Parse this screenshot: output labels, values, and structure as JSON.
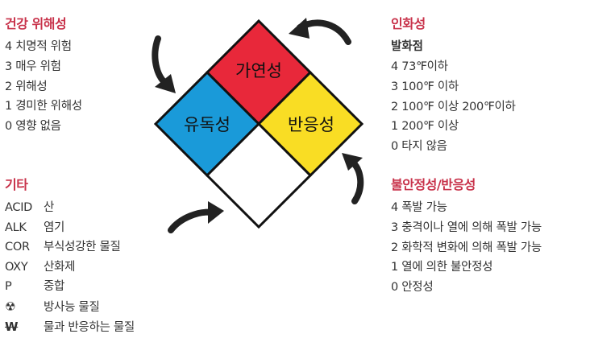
{
  "health": {
    "title": "건강 위해성",
    "items": [
      "4 치명적 위험",
      "3 매우 위험",
      "2 위해성",
      "1 경미한 위해성",
      "0 영향 없음"
    ]
  },
  "other": {
    "title": "기타",
    "items": [
      {
        "code": "ACID",
        "desc": "산"
      },
      {
        "code": "ALK",
        "desc": "염기"
      },
      {
        "code": "COR",
        "desc": "부식성강한 물질"
      },
      {
        "code": "OXY",
        "desc": "산화제"
      },
      {
        "code": "P",
        "desc": "중합"
      },
      {
        "code": "radiation-symbol",
        "desc": "방사능 물질"
      },
      {
        "code": "water-reactive-symbol",
        "desc": "물과 반응하는 물질"
      }
    ]
  },
  "flammability": {
    "title": "인화성",
    "subtitle": "발화점",
    "items": [
      "4 73℉이하",
      "3 100℉ 이하",
      "2 100℉ 이상 200℉이하",
      "1 200℉ 이상",
      "0 타지 않음"
    ]
  },
  "reactivity": {
    "title": "불안정성/반응성",
    "items": [
      "4 폭발 가능",
      "3 충격이나 열에 의해 폭발 가능",
      "2 화학적 변화에 의해 폭발 가능",
      "1 열에 의한 불안정성",
      "0 안정성"
    ]
  },
  "diamond": {
    "top_label": "가연성",
    "left_label": "유독성",
    "right_label": "반응성",
    "colors": {
      "top": "#e8283a",
      "left": "#1a9ad9",
      "right": "#f9dd24",
      "bottom": "#ffffff",
      "border": "#111111",
      "arrow": "#222222"
    }
  },
  "colors": {
    "title": "#c8324a",
    "text": "#333333"
  }
}
